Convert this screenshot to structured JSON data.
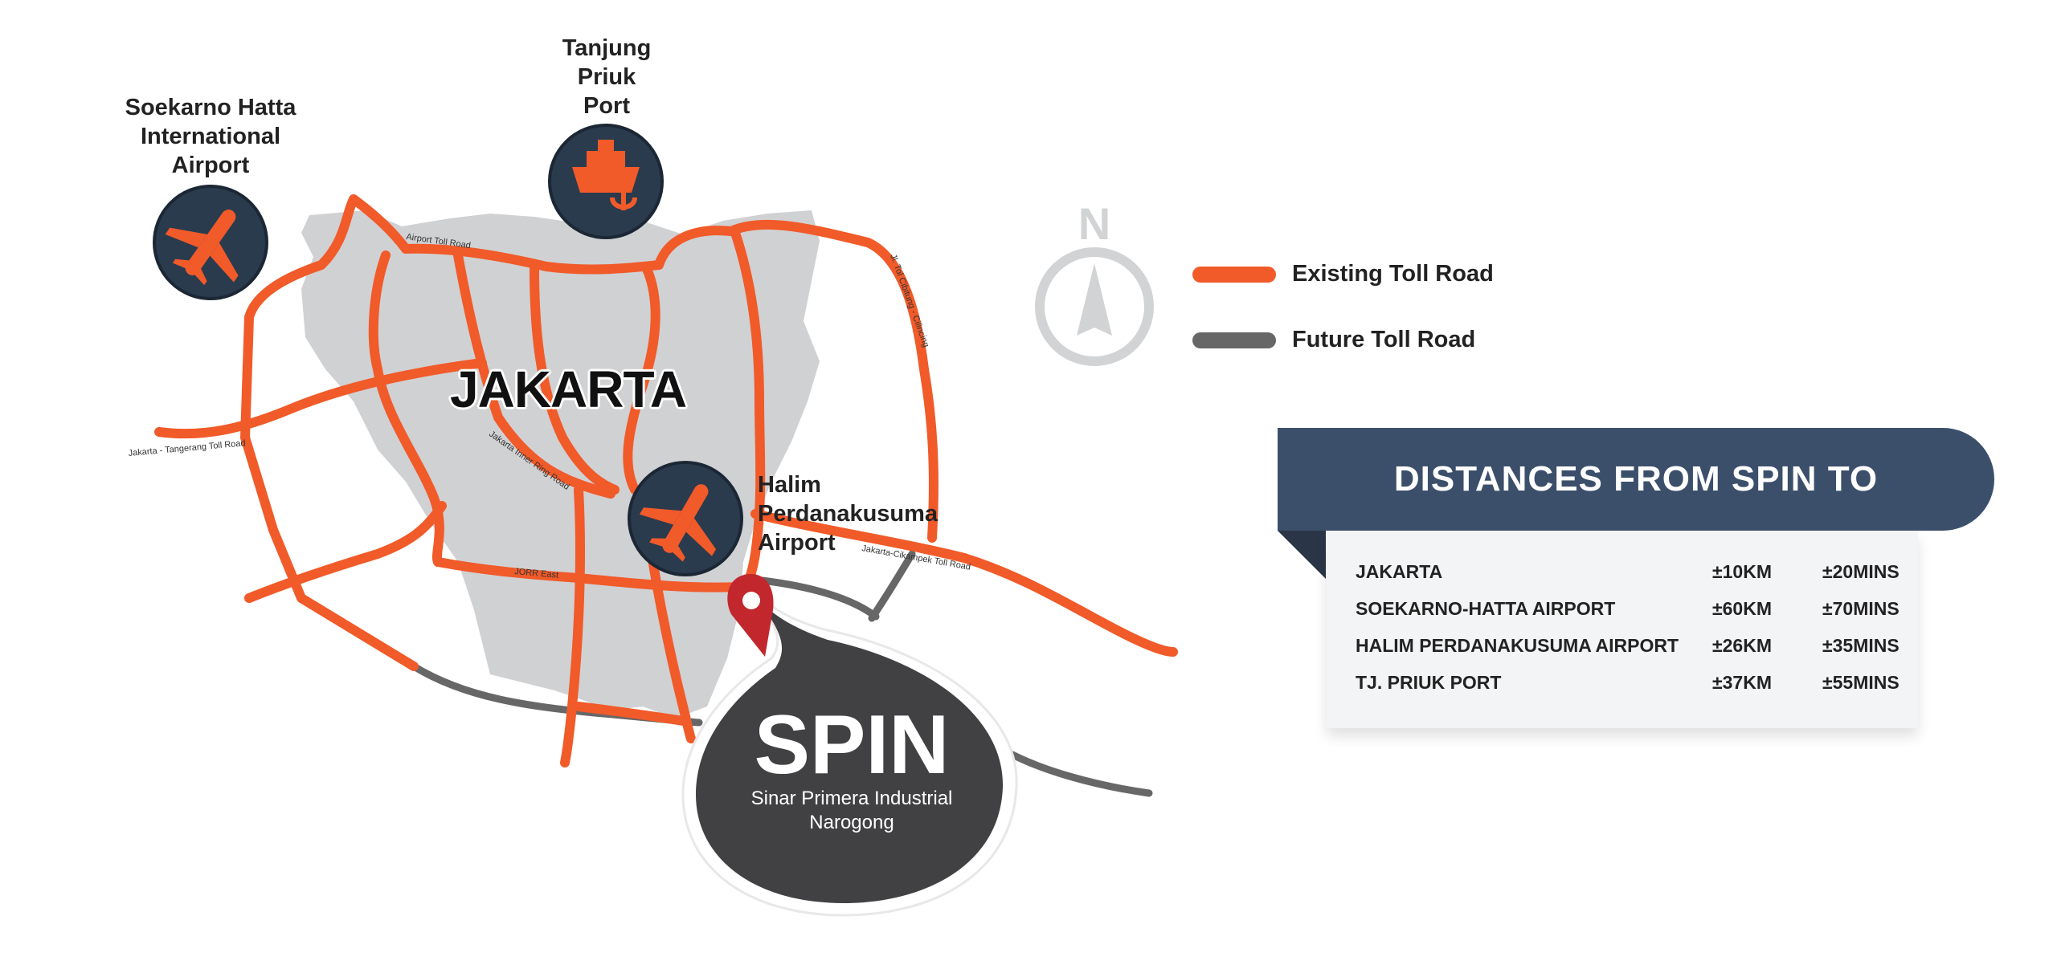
{
  "map": {
    "city_label": "JAKARTA",
    "colors": {
      "land": "#d0d1d3",
      "existing_toll": "#f15a29",
      "future_toll": "#676767",
      "icon_bg": "#2a3b4e",
      "pin": "#c1272d",
      "spin_bubble": "#414042"
    },
    "road_labels": [
      "Airport Toll Road",
      "Jl. Tol Cibitung - Cilincing",
      "Jakarta - Tangerang Toll Road",
      "Jakarta Inner Ring Road",
      "JORR East",
      "Jakarta-Cikampek Toll Road"
    ],
    "places": [
      {
        "name": "Soekarno Hatta\nInternational\nAirport",
        "icon": "airplane-icon"
      },
      {
        "name": "Tanjung\nPriuk\nPort",
        "icon": "ship-anchor-icon"
      },
      {
        "name": "Halim\nPerdanakusuma\nAirport",
        "icon": "airplane-icon"
      }
    ],
    "compass": {
      "label": "N",
      "icon": "compass-icon"
    },
    "spin": {
      "title": "SPIN",
      "subtitle": "Sinar Primera Industrial\nNarogong",
      "icon": "map-pin-icon"
    }
  },
  "legend": {
    "items": [
      {
        "label": "Existing Toll Road",
        "color": "#f15a29"
      },
      {
        "label": "Future Toll Road",
        "color": "#676767"
      }
    ]
  },
  "distances": {
    "title": "DISTANCES FROM SPIN TO",
    "header_color": "#3b4f6b",
    "rows": [
      {
        "place": "JAKARTA",
        "km": "±10KM",
        "time": "±20MINS"
      },
      {
        "place": "SOEKARNO-HATTA AIRPORT",
        "km": "±60KM",
        "time": "±70MINS"
      },
      {
        "place": "HALIM PERDANAKUSUMA AIRPORT",
        "km": "±26KM",
        "time": "±35MINS"
      },
      {
        "place": "TJ. PRIUK PORT",
        "km": "±37KM",
        "time": "±55MINS"
      }
    ]
  }
}
